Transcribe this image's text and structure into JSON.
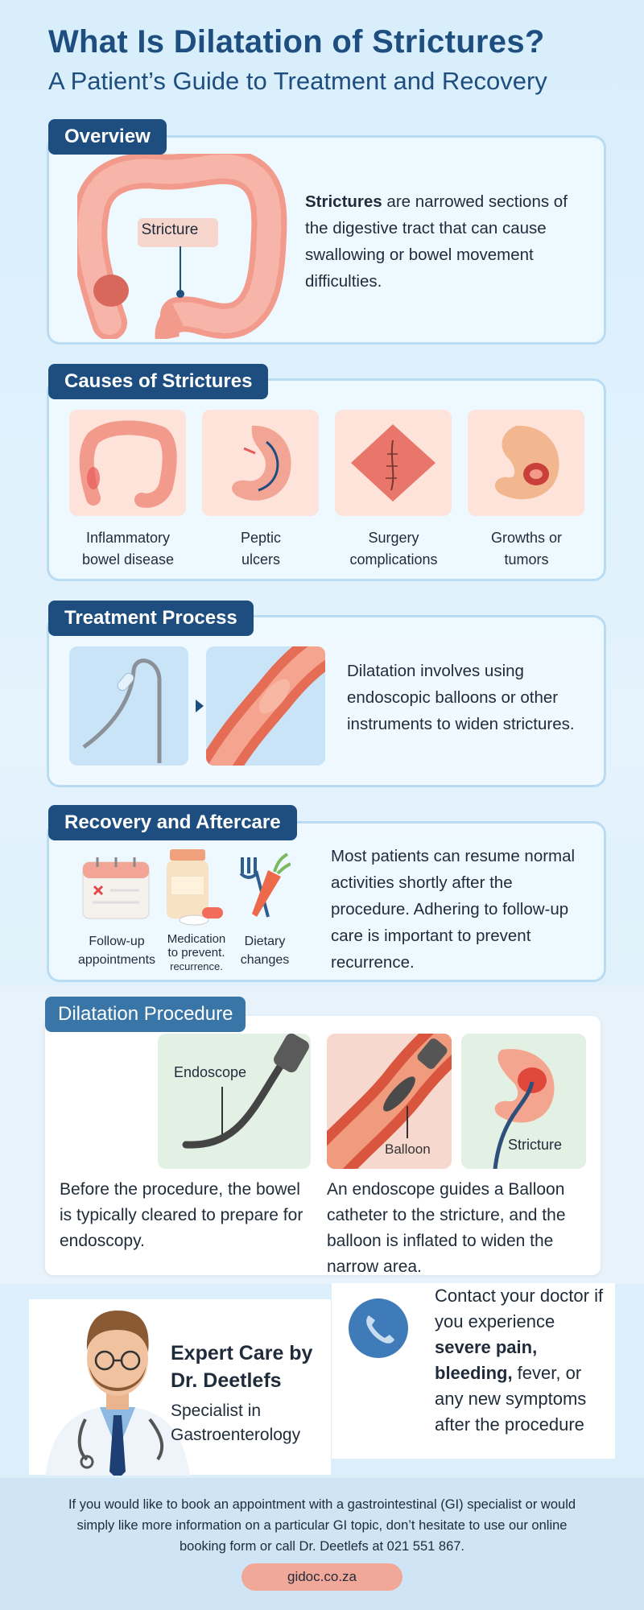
{
  "header": {
    "title": "What Is Dilatation of Strictures?",
    "subtitle": "A Patient’s Guide to Treatment and Recovery"
  },
  "overview": {
    "tab": "Overview",
    "illustration_label": "Stricture",
    "text_bold": "Strictures",
    "text_rest": " are narrowed sections of the digestive tract that can cause swallowing or bowel movement difficulties."
  },
  "causes": {
    "tab": "Causes of Strictures",
    "items": [
      {
        "line1": "Inflammatory",
        "line2": "bowel disease"
      },
      {
        "line1": "Peptic",
        "line2": "ulcers"
      },
      {
        "line1": "Surgery",
        "line2": "complications"
      },
      {
        "line1": "Growths or",
        "line2": "tumors"
      }
    ]
  },
  "treatment": {
    "tab": "Treatment Process",
    "text": "Dilatation involves using endoscopic balloons or other instruments to widen strictures."
  },
  "recovery": {
    "tab": "Recovery and Aftercare",
    "items": [
      {
        "line1": "Follow-up",
        "line2": "appointments"
      },
      {
        "line1": "Medication",
        "line2": "to prevent.",
        "line3": "recurrence."
      },
      {
        "line1": "Dietary",
        "line2": "changes"
      }
    ],
    "text": "Most patients can resume normal activities shortly after the procedure. Adhering to follow-up care is important to prevent recurrence."
  },
  "procedure": {
    "tab": "Dilatation Procedure",
    "label_endoscope": "Endoscope",
    "label_balloon": "Balloon",
    "label_stricture": "Stricture",
    "text_left": "Before the procedure, the bowel is typically cleared to prepare for endoscopy.",
    "text_right": "An endoscope guides a Balloon catheter to the stricture, and the balloon is inflated to widen the narrow area."
  },
  "expert": {
    "title": "Expert Care by Dr. Deetlefs",
    "subtitle": "Specialist in Gastroenterology"
  },
  "contact": {
    "text_start": "Contact your doctor if you experience ",
    "text_bold": "severe pain, bleeding,",
    "text_end": " fever, or any new symptoms after the procedure"
  },
  "footer": {
    "text": "If you would like to book an appointment with a gastrointestinal (GI) specialist or would simply like more information on a particular GI topic, don’t hesitate to use our online booking form or call Dr. Deetlefs at 021 551 867.",
    "website": "gidoc.co.za"
  },
  "colors": {
    "navy": "#1d4e7f",
    "organ": "#f29a8b",
    "pill": "#f2a899"
  }
}
